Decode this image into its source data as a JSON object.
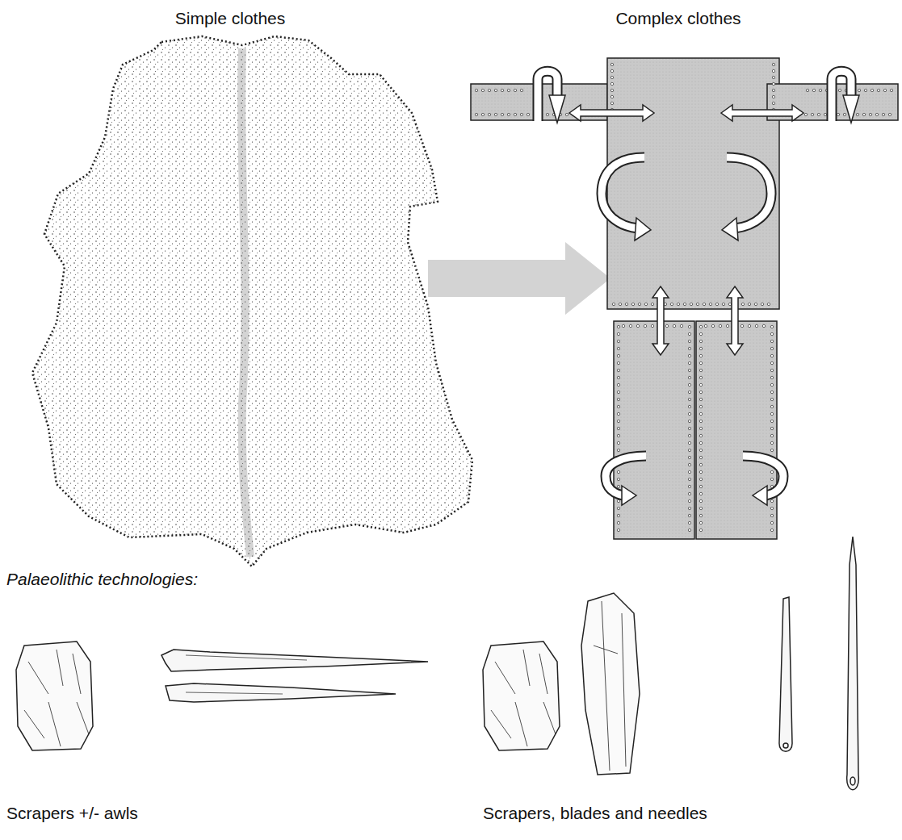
{
  "diagram": {
    "labels": [
      "Simple clothes",
      "Complex clothes",
      "Palaeolithic technologies:",
      "Scrapers +/- awls",
      "Scrapers, blades and needles"
    ]
  }
}
